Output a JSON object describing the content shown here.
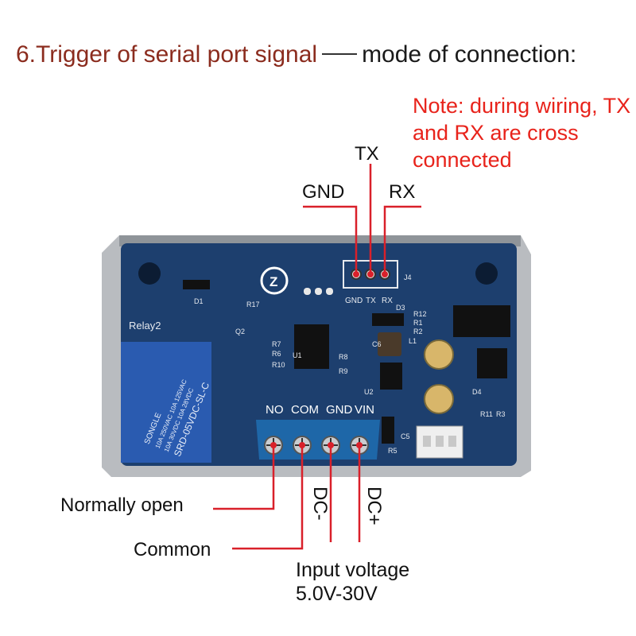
{
  "title": {
    "part1": "6.Trigger of serial port signal",
    "part2": "mode of connection:"
  },
  "note": "Note: during wiring, TX and RX are cross connected",
  "pins": {
    "tx": "TX",
    "gnd": "GND",
    "rx": "RX"
  },
  "board": {
    "connector_labels": {
      "gnd": "GND",
      "tx": "TX",
      "rx": "RX",
      "j4": "J4"
    },
    "relay_label": "Relay2",
    "relay_text": [
      "SONGLE",
      "10A 250VAC 10A 125VAC",
      "10A 30VDC 10A 28VDC",
      "SRD-05VDC-SL-C"
    ],
    "terminal_labels": [
      "NO",
      "COM",
      "GND",
      "VIN"
    ],
    "component_labels": [
      "D1",
      "R17",
      "Q2",
      "R7",
      "R6",
      "R10",
      "U1",
      "R8",
      "R9",
      "C6",
      "D3",
      "R12",
      "R1",
      "R2",
      "L1",
      "U2",
      "D4",
      "R11",
      "R3",
      "C5",
      "R5"
    ]
  },
  "wiring": {
    "normally_open": "Normally open",
    "common": "Common",
    "dc_minus": "DC-",
    "dc_plus": "DC+",
    "input_voltage": "Input voltage",
    "voltage_range": "5.0V-30V"
  },
  "colors": {
    "title": "#8b2c1e",
    "note": "#e8231b",
    "wire": "#d9202a",
    "board": "#1d3f6e",
    "terminal": "#1e67a8",
    "relay": "#2a5bb0"
  }
}
